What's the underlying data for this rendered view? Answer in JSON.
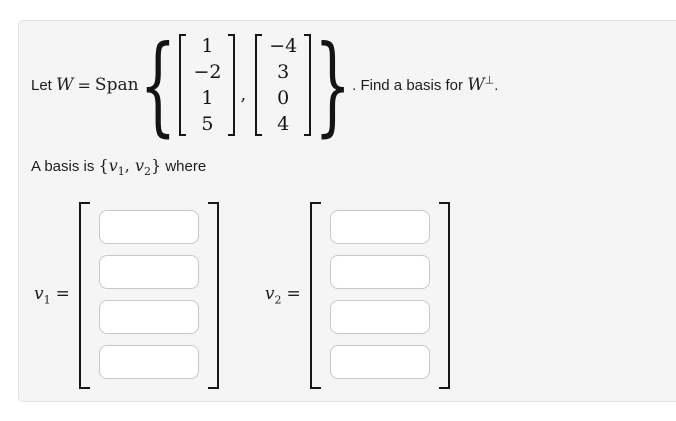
{
  "colors": {
    "card_background": "#f5f5f5",
    "card_border": "#e2e2e2",
    "text": "#1d1d1f",
    "bracket": "#17171a",
    "input_border": "#c9c9c9",
    "input_background": "#ffffff"
  },
  "problem": {
    "prefix": "Let ",
    "w_symbol": "W",
    "equals": "=",
    "span_word": "Span",
    "brace_open": "{",
    "vectors": [
      [
        "1",
        "−2",
        "1",
        "5"
      ],
      [
        "−4",
        "3",
        "0",
        "4"
      ]
    ],
    "separator": ",",
    "brace_close": "}",
    "suffix_text": ". Find a basis for ",
    "w_perp_base": "W",
    "perp_symbol": "⊥",
    "period": "."
  },
  "basis_statement": {
    "prefix": "A basis is ",
    "brace_open": "{",
    "v1_base": "v",
    "v1_sub": "1",
    "comma": ", ",
    "v2_base": "v",
    "v2_sub": "2",
    "brace_close": "}",
    "suffix": " where"
  },
  "answers": [
    {
      "label_base": "v",
      "label_sub": "1",
      "equals": "=",
      "entries": [
        "",
        "",
        "",
        ""
      ]
    },
    {
      "label_base": "v",
      "label_sub": "2",
      "equals": "=",
      "entries": [
        "",
        "",
        "",
        ""
      ]
    }
  ]
}
